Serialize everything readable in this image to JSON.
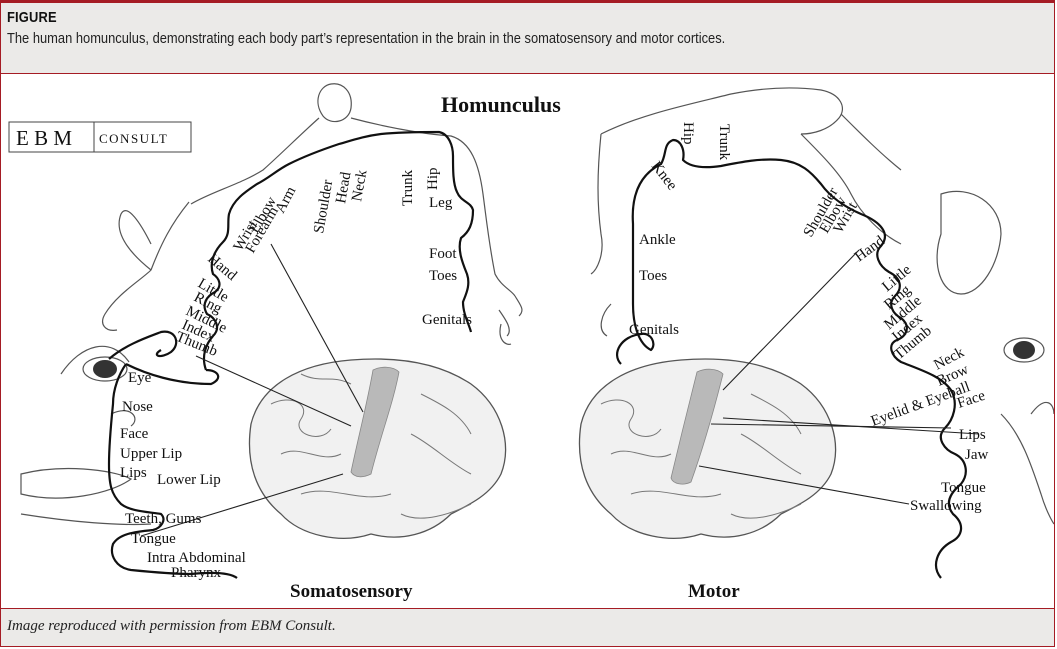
{
  "figure": {
    "label": "FIGURE",
    "caption": "The human homunculus, demonstrating each body part’s representation in the brain in the somatosensory and motor cortices.",
    "credit": "Image reproduced with permission from EBM Consult."
  },
  "diagram": {
    "title": "Homunculus",
    "logo": {
      "part1": "E B M",
      "part2": "CONSULT"
    },
    "somatosensory": {
      "title": "Somatosensory",
      "labels": [
        "Trunk",
        "Hip",
        "Leg",
        "Foot",
        "Toes",
        "Genitals",
        "Head",
        "Neck",
        "Shoulder",
        "Arm",
        "Elbow",
        "Forearm",
        "Wrist",
        "Hand",
        "Little",
        "Ring",
        "Middle",
        "Index",
        "Thumb",
        "Eye",
        "Nose",
        "Face",
        "Upper Lip",
        "Lips",
        "Lower Lip",
        "Teeth, Gums",
        "Tongue",
        "Intra Abdominal",
        "Pharynx"
      ]
    },
    "motor": {
      "title": "Motor",
      "labels": [
        "Hip",
        "Trunk",
        "Knee",
        "Ankle",
        "Toes",
        "Genitals",
        "Shoulder",
        "Elbow",
        "Wrist",
        "Hand",
        "Little",
        "Ring",
        "Middle",
        "Index",
        "Thumb",
        "Neck",
        "Brow",
        "Eyelid & Eyeball",
        "Face",
        "Lips",
        "Jaw",
        "Tongue",
        "Swallowing"
      ]
    }
  }
}
